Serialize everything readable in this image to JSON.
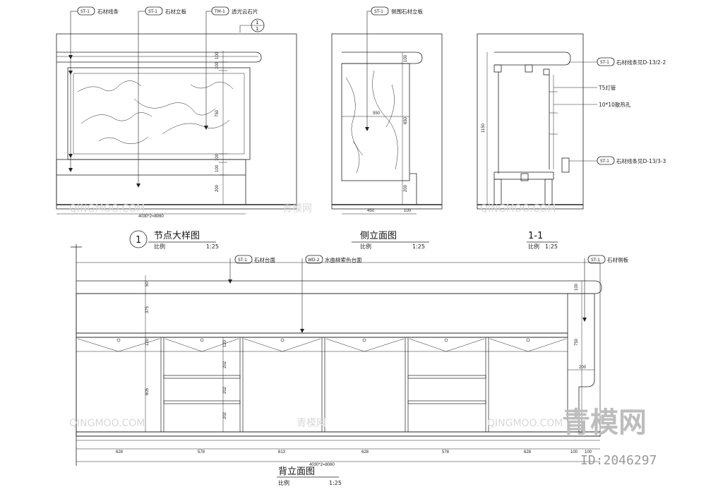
{
  "views": {
    "node_detail": {
      "number": "1",
      "title": "节点大样图",
      "scale_label": "比例",
      "scale": "1:25",
      "callouts": [
        {
          "code": "ST-1",
          "text": "石材线条"
        },
        {
          "code": "ST-1",
          "text": "石材立板"
        },
        {
          "code": "TM-1",
          "text": "透光云石片"
        }
      ],
      "section_marker": {
        "top": "1",
        "bottom": "1"
      },
      "dims_vertical": [
        "100",
        "100",
        "750",
        "100",
        "100",
        "200"
      ],
      "dim_width": "4030*2=8060"
    },
    "side_elevation": {
      "title": "侧立面图",
      "scale_label": "比例",
      "scale": "1:25",
      "callout": {
        "code": "ST-1",
        "text": "侧围石材立板"
      },
      "dims_vertical": [
        "100",
        "650",
        "200"
      ],
      "dim_inner": "550",
      "dims_bottom": [
        "450",
        "100"
      ]
    },
    "section_1_1": {
      "title": "1-1",
      "scale_label": "比例",
      "scale": "1:25",
      "dim_height": "1150",
      "callouts": [
        {
          "code": "ST-1",
          "text": "石材线条见D-13/2-2"
        },
        {
          "code": "",
          "text": "T5灯管"
        },
        {
          "code": "",
          "text": "10*10散热孔"
        },
        {
          "code": "ST-1",
          "text": "石材线条见D-13/3-3"
        }
      ]
    },
    "rear_elevation": {
      "title": "背立面图",
      "scale_label": "比例",
      "scale": "1:25",
      "callouts": [
        {
          "code": "ST-1",
          "text": "石材台面"
        },
        {
          "code": "WD-2",
          "text": "水曲柳索色台面"
        },
        {
          "code": "ST-1",
          "text": "石材侧板"
        }
      ],
      "dims_left": [
        "50",
        "375",
        "120",
        "605"
      ],
      "dims_shelf": [
        "120",
        "202",
        "202",
        "202"
      ],
      "dims_right": [
        "100",
        "750",
        "200"
      ],
      "dims_bottom": [
        "628",
        "578",
        "613",
        "628",
        "578",
        "628",
        "100",
        "100"
      ],
      "dim_total": "4030*2=8060"
    }
  },
  "watermark": {
    "text": "QINGMOO.COM",
    "brand_cn": "青模网",
    "brand_small": "青模网",
    "id_text": "ID:2046297"
  }
}
